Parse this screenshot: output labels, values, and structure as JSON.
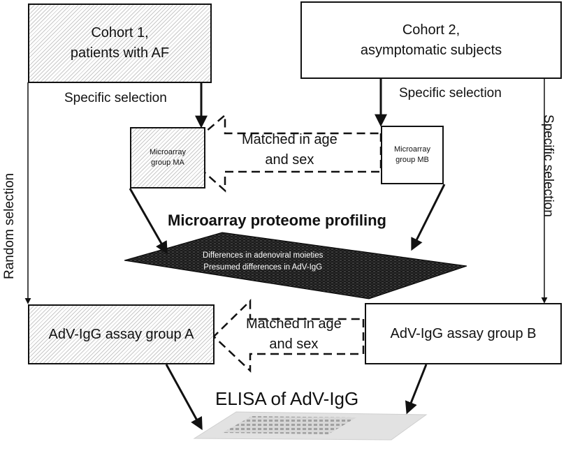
{
  "cohort1": {
    "line1": "Cohort 1,",
    "line2": "patients with AF"
  },
  "cohort2": {
    "line1": "Cohort 2,",
    "line2": "asymptomatic subjects"
  },
  "labels": {
    "specific_selection_left": "Specific  selection",
    "specific_selection_right": "Specific selection",
    "specific_selection_vertical": "Specific selection",
    "random_selection_vertical": "Random selection"
  },
  "group_ma": {
    "line1": "Microarray",
    "line2": "group MA"
  },
  "group_mb": {
    "line1": "Microarray",
    "line2": "group MB"
  },
  "matched_top": {
    "line1": "Matched in age",
    "line2": "and sex"
  },
  "matched_bottom": {
    "line1": "Matched in age",
    "line2": "and sex"
  },
  "microarray_title": "Microarray proteome profiling",
  "differences": {
    "line1": "Differences in adenoviral moieties",
    "line2": "Presumed differences in AdV-IgG"
  },
  "group_a": "AdV-IgG assay group A",
  "group_b": "AdV-IgG assay group B",
  "elisa_title": "ELISA of AdV-IgG"
}
